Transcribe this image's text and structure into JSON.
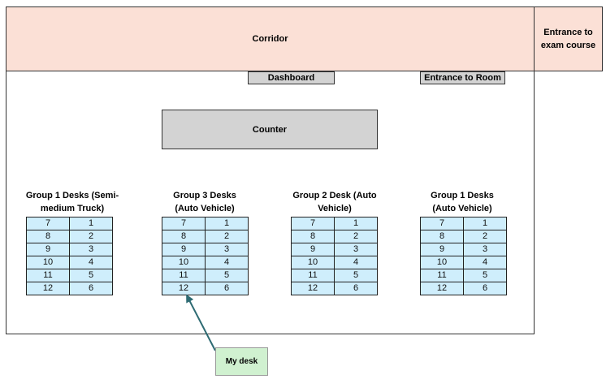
{
  "corridor": "Corridor",
  "entrance_exam": "Entrance to exam course",
  "dashboard": "Dashboard",
  "entrance_room": "Entrance to Room",
  "counter": "Counter",
  "groups": [
    {
      "title": "Group 1 Desks (Semi-\nmedium Truck)"
    },
    {
      "title": "Group 3 Desks\n(Auto Vehicle)"
    },
    {
      "title": "Group 2 Desk (Auto\nVehicle)"
    },
    {
      "title": "Group 1 Desks\n(Auto Vehicle)"
    }
  ],
  "desk_rows": [
    [
      "7",
      "1"
    ],
    [
      "8",
      "2"
    ],
    [
      "9",
      "3"
    ],
    [
      "10",
      "4"
    ],
    [
      "11",
      "5"
    ],
    [
      "12",
      "6"
    ]
  ],
  "my_desk": "My desk",
  "colors": {
    "corridor": "#fbe0d6",
    "fixtures": "#d3d3d3",
    "desks": "#cfeefc",
    "my_desk": "#d0f1d0",
    "arrow": "#2e6b73"
  }
}
